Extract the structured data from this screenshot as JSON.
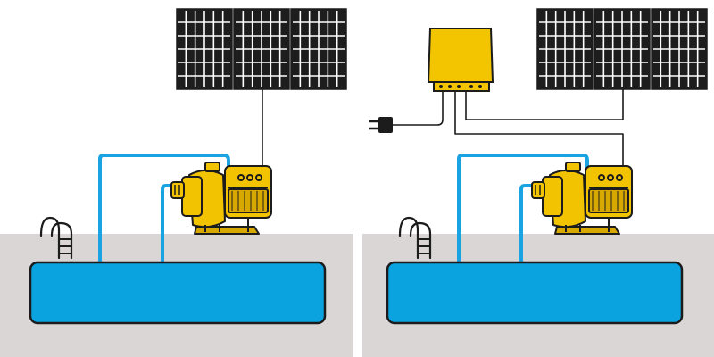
{
  "colors": {
    "background": "#ffffff",
    "ground": "#d9d6d5",
    "water": "#0aa3e0",
    "pipe": "#1aa3e2",
    "pump": "#f2c300",
    "pump_shade": "#d7a900",
    "outline": "#1c1c1c",
    "panel_cell": "#1d1d1d",
    "panel_grid": "#ffffff",
    "controller": "#f3c400"
  },
  "panels": [
    {
      "scenario": "direct-solar-pump",
      "components": [
        "solar-array",
        "solar-pump",
        "swimming-pool",
        "pool-ladder"
      ]
    },
    {
      "scenario": "hybrid-solar-pump-with-controller",
      "components": [
        "solar-array",
        "hybrid-controller",
        "mains-plug",
        "solar-pump",
        "swimming-pool",
        "pool-ladder"
      ]
    }
  ],
  "icons": {
    "solar_array": "solar-panel-icon",
    "pump": "pool-pump-icon",
    "controller": "controller-box-icon",
    "plug": "power-plug-icon",
    "ladder": "pool-ladder-icon"
  }
}
